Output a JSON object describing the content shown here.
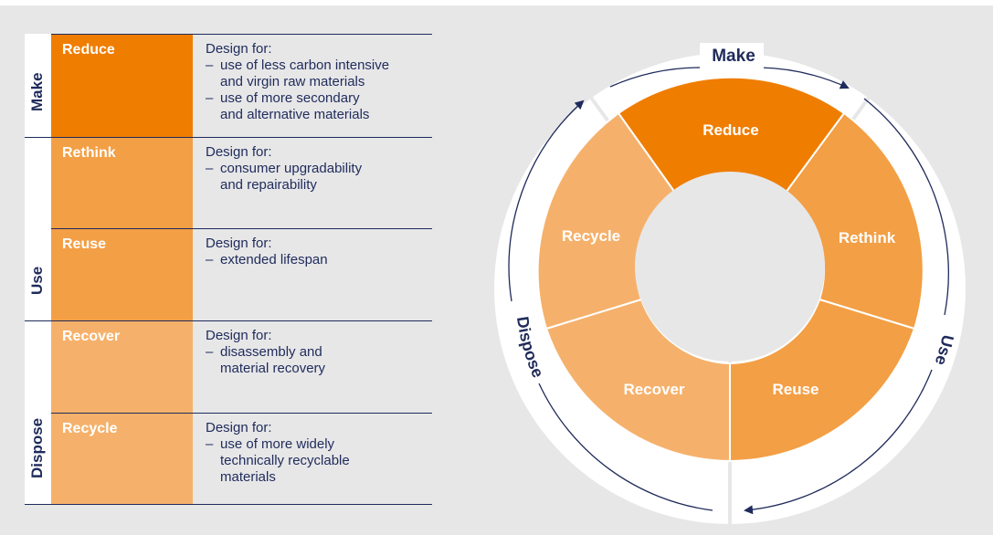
{
  "colors": {
    "navy": "#1f2b5b",
    "reduce": "#ef7d00",
    "rethink": "#f39f45",
    "reuse": "#f39f45",
    "recover": "#f5b16b",
    "recycle": "#f5b16b",
    "background": "#e7e7e8"
  },
  "table": {
    "phases": [
      {
        "label": "Make"
      },
      {
        "label": "Use"
      },
      {
        "label": "Dispose"
      }
    ],
    "rows": [
      {
        "name": "Reduce",
        "heading": "Design for:",
        "bullets": [
          {
            "dash": "–",
            "lines": [
              "use of less carbon intensive",
              "and virgin raw materials"
            ]
          },
          {
            "dash": "–",
            "lines": [
              "use of more secondary",
              "and alternative materials"
            ]
          }
        ]
      },
      {
        "name": "Rethink",
        "heading": "Design for:",
        "bullets": [
          {
            "dash": "–",
            "lines": [
              "consumer upgradability",
              "and repairability"
            ]
          }
        ]
      },
      {
        "name": "Reuse",
        "heading": "Design for:",
        "bullets": [
          {
            "dash": "–",
            "lines": [
              "extended lifespan"
            ]
          }
        ]
      },
      {
        "name": "Recover",
        "heading": "Design for:",
        "bullets": [
          {
            "dash": "–",
            "lines": [
              "disassembly and",
              "material recovery"
            ]
          }
        ]
      },
      {
        "name": "Recycle",
        "heading": "Design for:",
        "bullets": [
          {
            "dash": "–",
            "lines": [
              "use of more widely",
              "technically recyclable",
              "materials"
            ]
          }
        ]
      }
    ]
  },
  "wheel": {
    "segments": [
      "Reduce",
      "Rethink",
      "Reuse",
      "Recover",
      "Recycle"
    ],
    "outer_labels": {
      "make": "Make",
      "use": "Use",
      "dispose": "Dispose"
    }
  }
}
